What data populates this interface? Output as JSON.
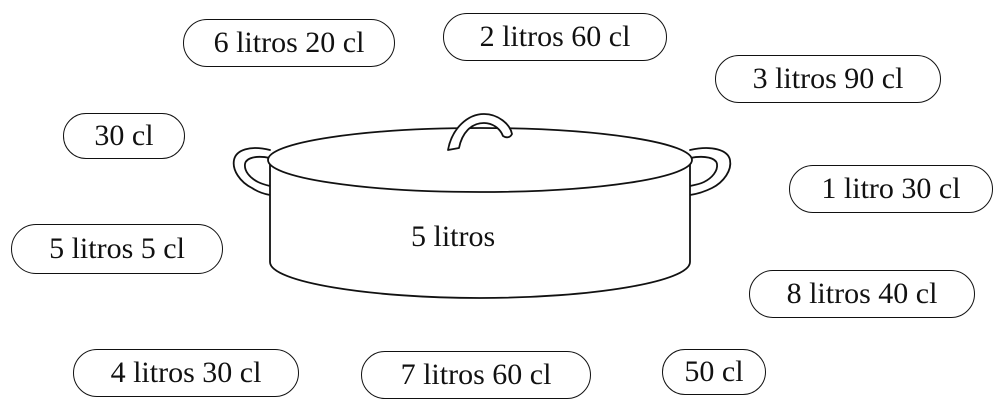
{
  "pot": {
    "label": "5 litros",
    "icon": "cooking-pot-icon"
  },
  "options": [
    {
      "label": "6 litros 20 cl"
    },
    {
      "label": "2 litros 60 cl"
    },
    {
      "label": "3 litros 90 cl"
    },
    {
      "label": "30 cl"
    },
    {
      "label": "1 litro 30 cl"
    },
    {
      "label": "5 litros 5 cl"
    },
    {
      "label": "8 litros 40 cl"
    },
    {
      "label": "4 litros 30 cl"
    },
    {
      "label": "7 litros 60 cl"
    },
    {
      "label": "50 cl"
    }
  ]
}
